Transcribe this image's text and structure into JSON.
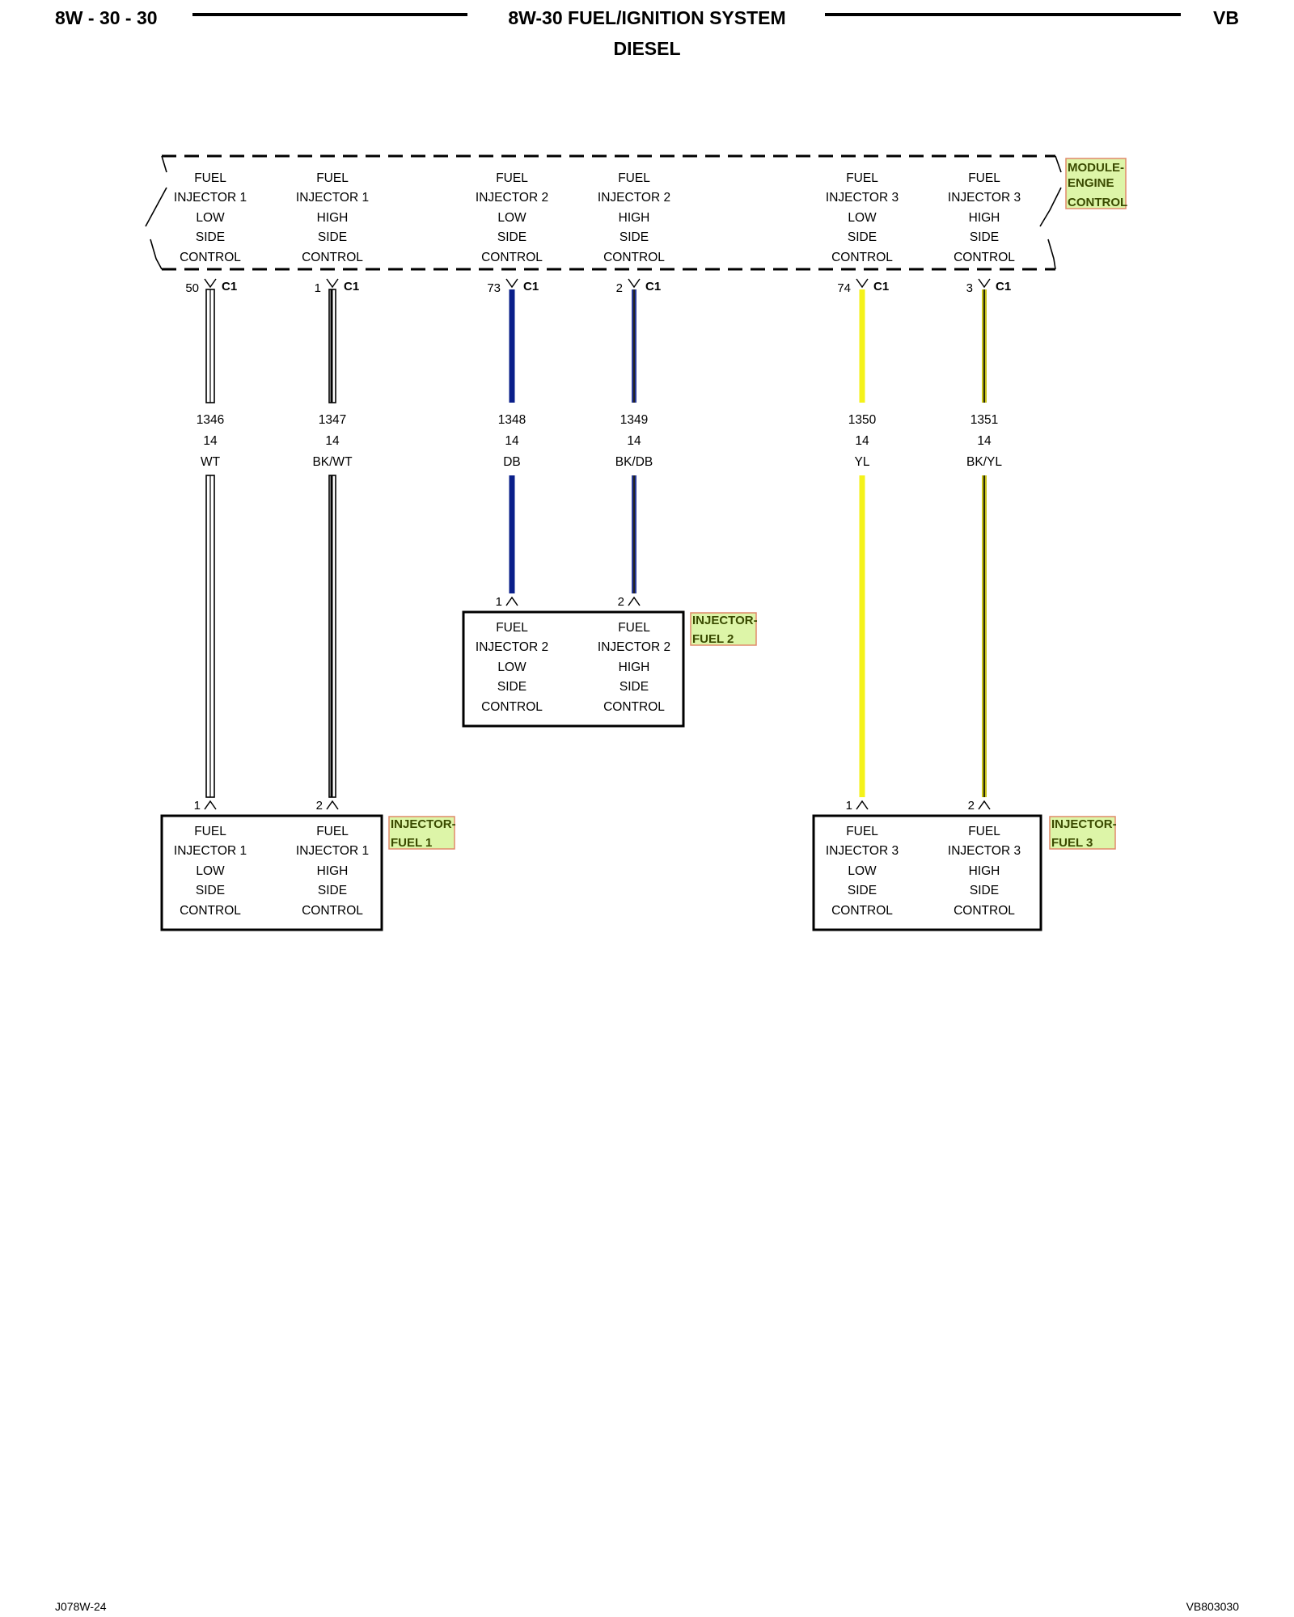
{
  "header": {
    "left": "8W - 30 - 30",
    "title": "8W-30 FUEL/IGNITION SYSTEM",
    "subtitle": "DIESEL",
    "right": "VB"
  },
  "footer": {
    "left": "J078W-24",
    "right": "VB803030"
  },
  "colors": {
    "component_tag_fill": "#ddf5a8",
    "component_tag_border": "#e08a6a",
    "component_tag_text": "#3a4a00"
  },
  "module": {
    "name_lines": [
      "MODULE-",
      "ENGINE",
      "CONTROL"
    ],
    "cavities": [
      {
        "lines": [
          "FUEL",
          "INJECTOR 1",
          "LOW",
          "SIDE",
          "CONTROL"
        ],
        "pin": "50",
        "connector": "C1"
      },
      {
        "lines": [
          "FUEL",
          "INJECTOR 1",
          "HIGH",
          "SIDE",
          "CONTROL"
        ],
        "pin": "1",
        "connector": "C1"
      },
      {
        "lines": [
          "FUEL",
          "INJECTOR 2",
          "LOW",
          "SIDE",
          "CONTROL"
        ],
        "pin": "73",
        "connector": "C1"
      },
      {
        "lines": [
          "FUEL",
          "INJECTOR 2",
          "HIGH",
          "SIDE",
          "CONTROL"
        ],
        "pin": "2",
        "connector": "C1"
      },
      {
        "lines": [
          "FUEL",
          "INJECTOR 3",
          "LOW",
          "SIDE",
          "CONTROL"
        ],
        "pin": "74",
        "connector": "C1"
      },
      {
        "lines": [
          "FUEL",
          "INJECTOR 3",
          "HIGH",
          "SIDE",
          "CONTROL"
        ],
        "pin": "3",
        "connector": "C1"
      }
    ]
  },
  "wires": [
    {
      "circuit": "1346",
      "gauge": "14",
      "color_code": "WT",
      "stripe": "solid-white",
      "color": "#ffffff",
      "tracer": null
    },
    {
      "circuit": "1347",
      "gauge": "14",
      "color_code": "BK/WT",
      "stripe": "black-white",
      "color": "#000000",
      "tracer": "#ffffff"
    },
    {
      "circuit": "1348",
      "gauge": "14",
      "color_code": "DB",
      "stripe": "solid",
      "color": "#0a1f8a",
      "tracer": null
    },
    {
      "circuit": "1349",
      "gauge": "14",
      "color_code": "BK/DB",
      "stripe": "black-blue",
      "color": "#1c2a66",
      "tracer": null
    },
    {
      "circuit": "1350",
      "gauge": "14",
      "color_code": "YL",
      "stripe": "solid",
      "color": "#f4f21a",
      "tracer": null
    },
    {
      "circuit": "1351",
      "gauge": "14",
      "color_code": "BK/YL",
      "stripe": "black-yellow",
      "color": "#5a5a10",
      "tracer": null
    }
  ],
  "injectors": [
    {
      "name_lines": [
        "INJECTOR-",
        "FUEL 1"
      ],
      "cavities": [
        {
          "lines": [
            "FUEL",
            "INJECTOR 1",
            "LOW",
            "SIDE",
            "CONTROL"
          ],
          "pin": "1"
        },
        {
          "lines": [
            "FUEL",
            "INJECTOR 1",
            "HIGH",
            "SIDE",
            "CONTROL"
          ],
          "pin": "2"
        }
      ]
    },
    {
      "name_lines": [
        "INJECTOR-",
        "FUEL 2"
      ],
      "cavities": [
        {
          "lines": [
            "FUEL",
            "INJECTOR 2",
            "LOW",
            "SIDE",
            "CONTROL"
          ],
          "pin": "1"
        },
        {
          "lines": [
            "FUEL",
            "INJECTOR 2",
            "HIGH",
            "SIDE",
            "CONTROL"
          ],
          "pin": "2"
        }
      ]
    },
    {
      "name_lines": [
        "INJECTOR-",
        "FUEL 3"
      ],
      "cavities": [
        {
          "lines": [
            "FUEL",
            "INJECTOR 3",
            "LOW",
            "SIDE",
            "CONTROL"
          ],
          "pin": "1"
        },
        {
          "lines": [
            "FUEL",
            "INJECTOR 3",
            "HIGH",
            "SIDE",
            "CONTROL"
          ],
          "pin": "2"
        }
      ]
    }
  ]
}
